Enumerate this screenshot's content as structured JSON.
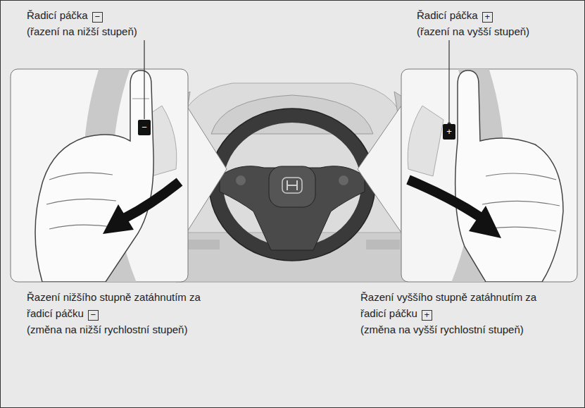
{
  "diagram": {
    "labels": [
      "Řadicí páčka",
      "−",
      "(řazení na nižší stupeň)",
      "Řadicí páčka",
      "+",
      "(řazení na vyšší stupeň)",
      "−",
      "+",
      "Řazení nižšího stupně zatáhnutím za řadicí páčku",
      "−",
      "(změna na nižší rychlostní stupeň)",
      "Řazení vyššího stupně zatáhnutím za řadicí páčku",
      "+",
      "(změna na vyšší rychlostní stupeň)"
    ]
  }
}
